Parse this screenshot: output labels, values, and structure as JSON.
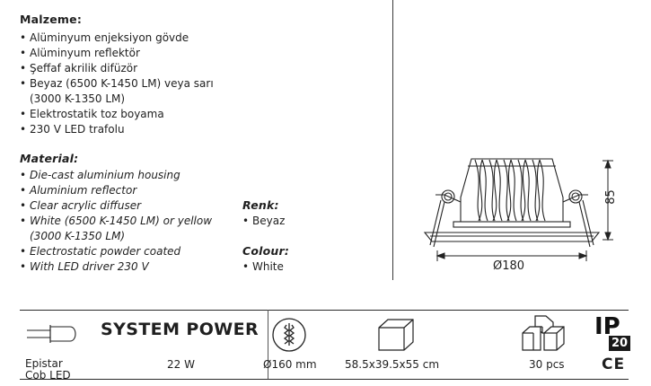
{
  "tr": {
    "heading": "Malzeme:",
    "items": [
      "Alüminyum enjeksiyon gövde",
      "Alüminyum reflektör",
      "Şeffaf akrilik difüzör",
      "Beyaz (6500 K-1450 LM) veya sarı",
      "(3000 K-1350 LM)",
      "Elektrostatik toz boyama",
      "230 V LED trafolu"
    ]
  },
  "en": {
    "heading": "Material:",
    "items": [
      "Die-cast aluminium housing",
      "Aluminium reflector",
      "Clear acrylic diffuser",
      "White (6500 K-1450 LM) or yellow",
      "(3000 K-1350 LM)",
      "Electrostatic powder coated",
      "With LED driver 230 V"
    ]
  },
  "renk": {
    "heading": "Renk:",
    "value": "Beyaz"
  },
  "colour": {
    "heading": "Colour:",
    "value": "White"
  },
  "drawing": {
    "height_label": "85",
    "diameter_label": "Ø180"
  },
  "footer": {
    "brand": "SYSTEM POWER",
    "led_type_line1": "Epistar",
    "led_type_line2": "Cob LED",
    "power": "22 W",
    "cutout": "Ø160 mm",
    "box_size": "58.5x39.5x55 cm",
    "pack_qty": "30 pcs",
    "ip_letters": "IP",
    "ip_number": "20",
    "ce_mark": "CE"
  }
}
